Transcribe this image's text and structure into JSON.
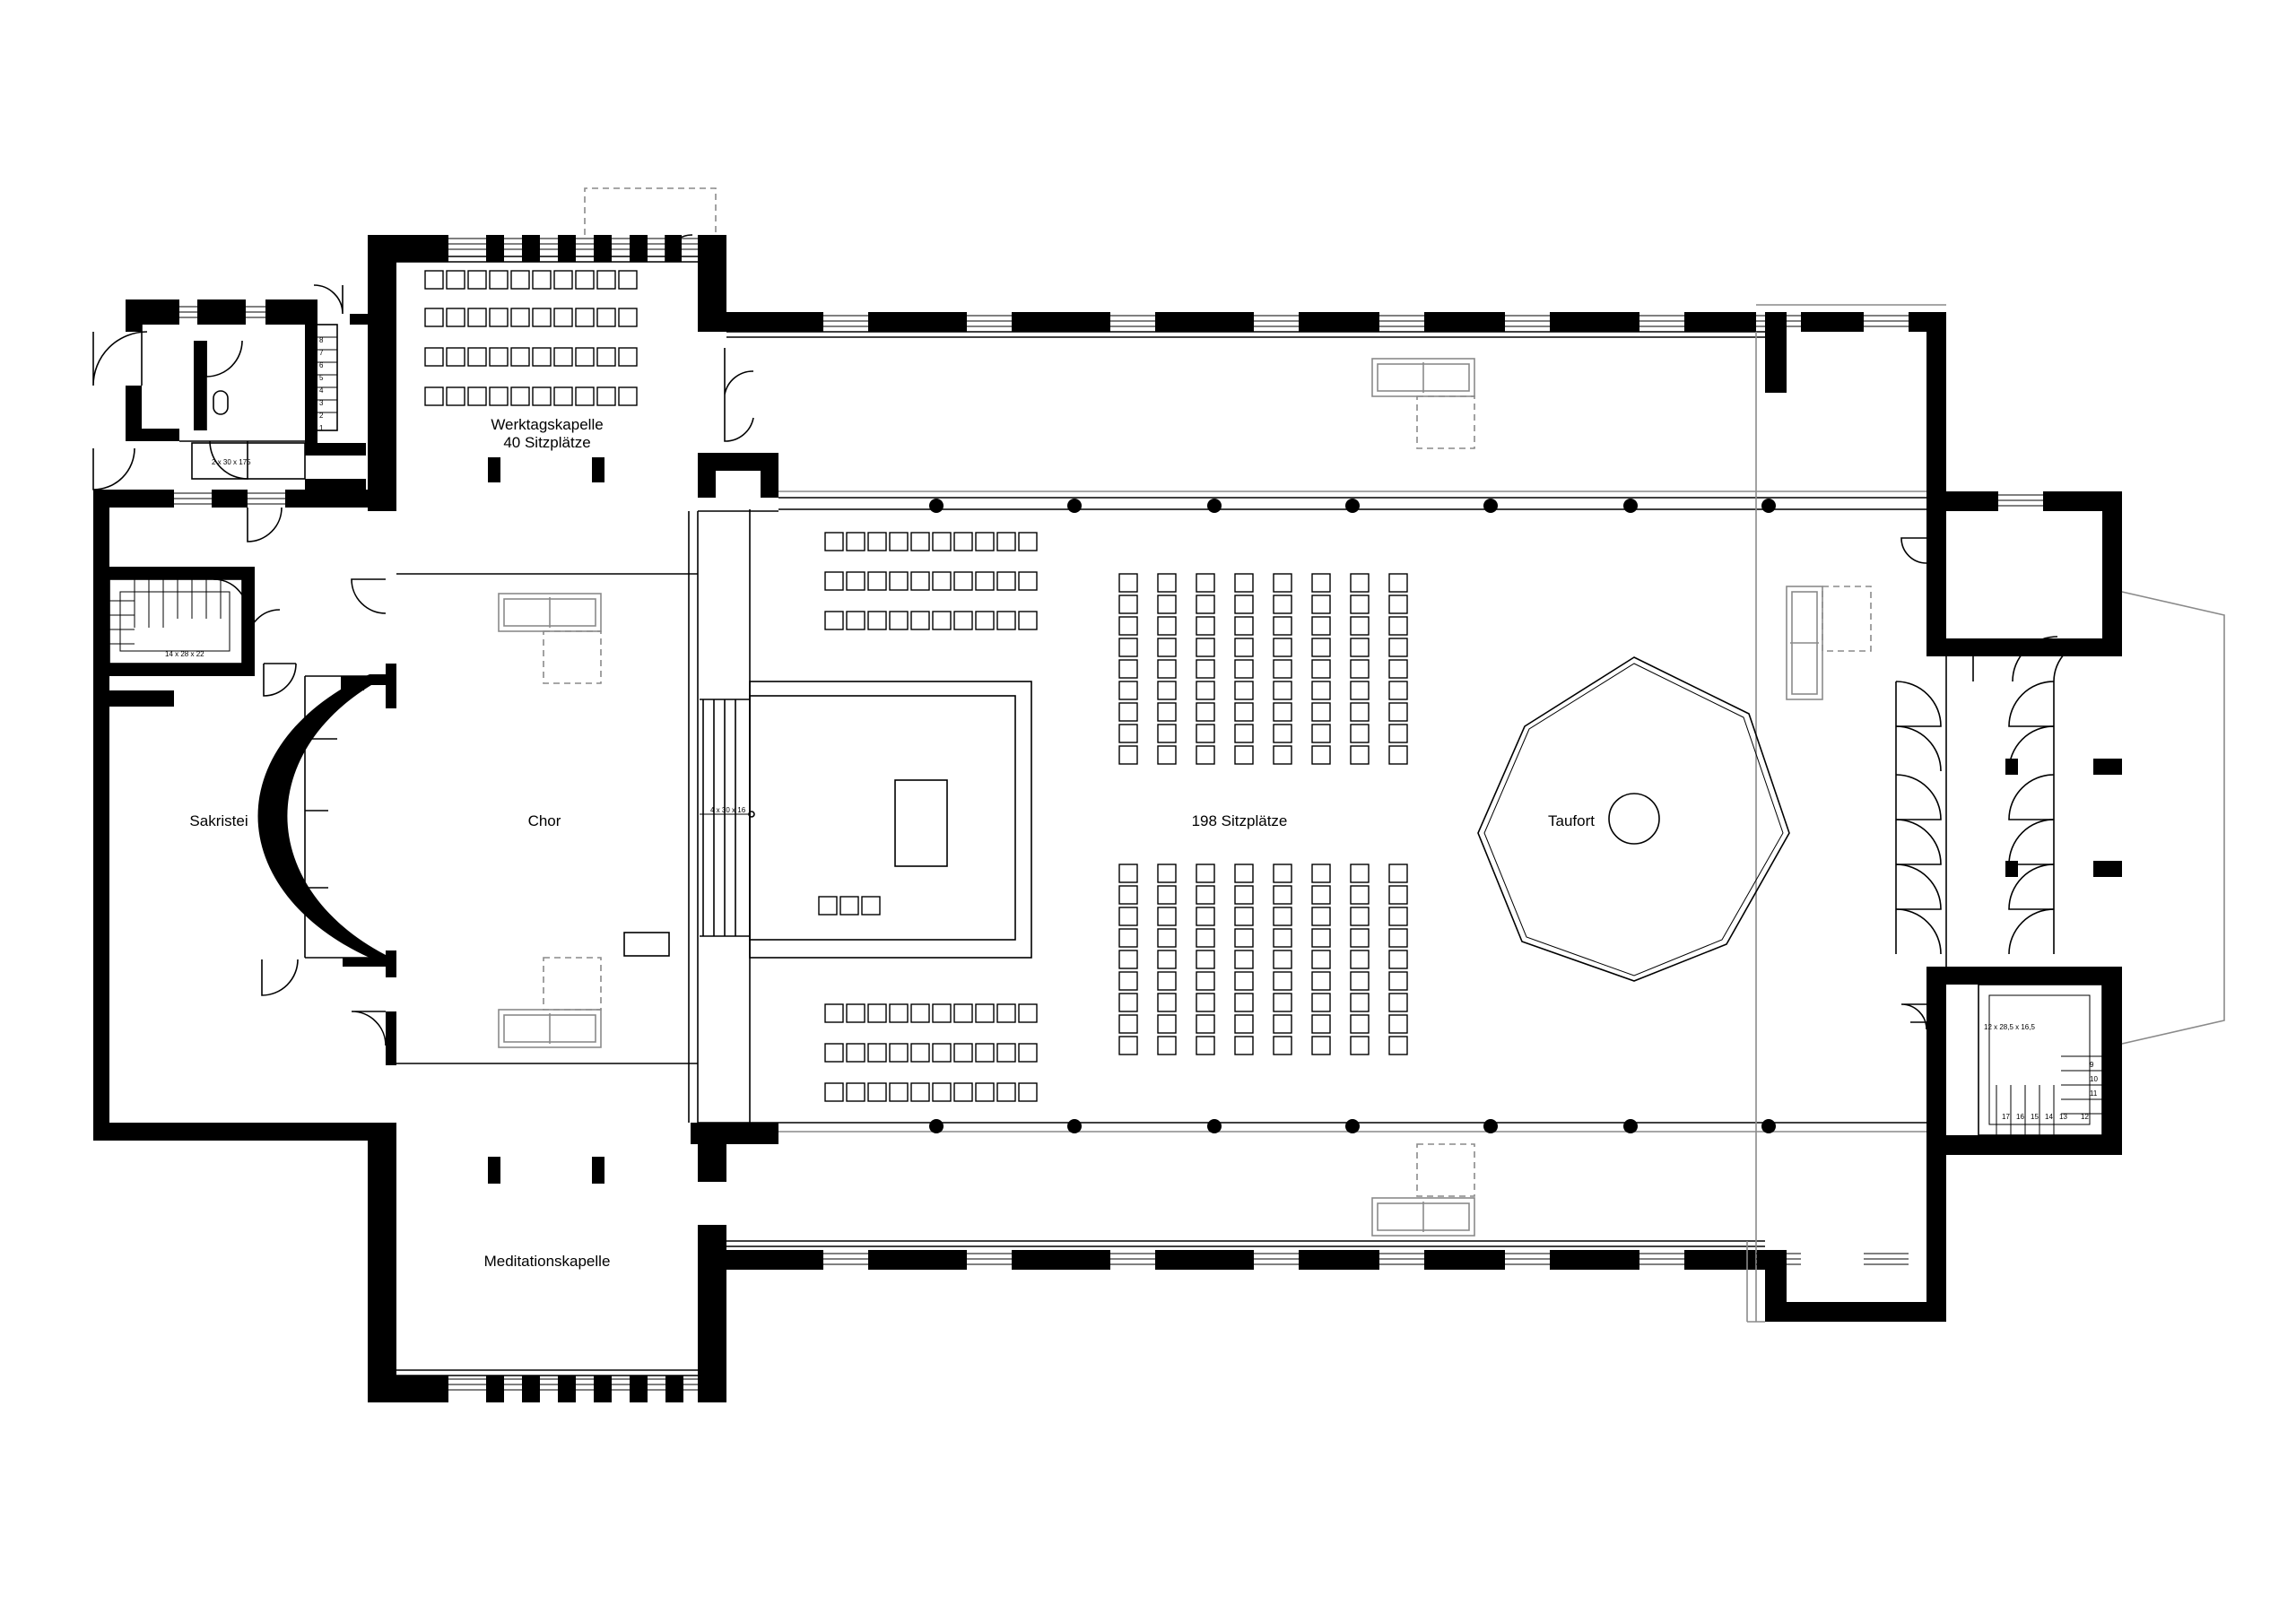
{
  "rooms": {
    "werktagskapelle_name": "Werktagskapelle",
    "werktagskapelle_seats": "40 Sitzplätze",
    "chor": "Chor",
    "sakristei": "Sakristei",
    "meditationskapelle": "Meditationskapelle",
    "nave_seats": "198 Sitzplätze",
    "taufort": "Taufort"
  },
  "annotations": {
    "stair_altar": "4 x 30 x 16",
    "stair_sacristy": "14 x 28 x 22",
    "stair_toilet": "2 x 30 x 175",
    "stair_tower": "12 x 28,5 x 16,5"
  },
  "stair_numbers_wc": [
    "8",
    "7",
    "6",
    "5",
    "4",
    "3",
    "2",
    "1"
  ],
  "stair_numbers_tower": [
    "9",
    "10",
    "11",
    "12",
    "13",
    "14",
    "15",
    "16",
    "17"
  ],
  "icons": [
    "door-swing-icon",
    "column-icon",
    "stair-icon",
    "octagon-baptistery-icon"
  ]
}
